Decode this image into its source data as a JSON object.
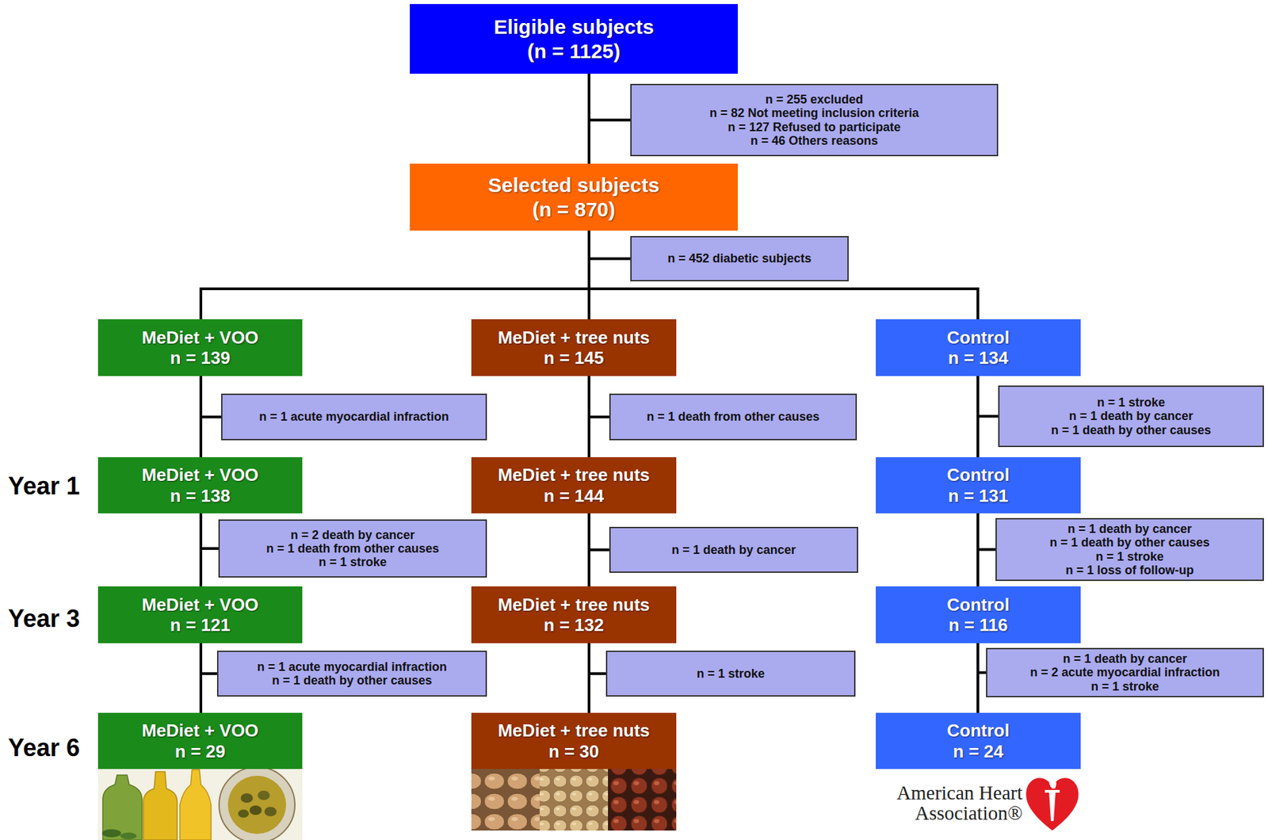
{
  "diagram": {
    "nodes": [
      {
        "text": [
          "Eligible subjects",
          "(n = 1125)"
        ]
      },
      {
        "text": [
          "n = 255 excluded",
          "n = 82 Not meeting inclusion criteria",
          "n = 127 Refused to participate",
          "n = 46 Others reasons"
        ]
      },
      {
        "text": [
          "Selected subjects",
          "(n = 870)"
        ]
      },
      {
        "text": [
          "n = 452 diabetic subjects"
        ]
      },
      {
        "text": [
          "MeDiet + VOO",
          "n = 139"
        ]
      },
      {
        "text": [
          "MeDiet + tree nuts",
          "n = 145"
        ]
      },
      {
        "text": [
          "Control",
          "n = 134"
        ]
      },
      {
        "text": [
          "n = 1 acute myocardial infraction"
        ]
      },
      {
        "text": [
          "n = 1 death from other causes"
        ]
      },
      {
        "text": [
          "n = 1 stroke",
          "n = 1 death by cancer",
          "n = 1 death by other causes"
        ]
      },
      {
        "text": [
          "MeDiet + VOO",
          "n = 138"
        ]
      },
      {
        "text": [
          "MeDiet + tree nuts",
          "n = 144"
        ]
      },
      {
        "text": [
          "Control",
          "n = 131"
        ]
      },
      {
        "text": [
          "n = 2 death by cancer",
          "n = 1 death from other causes",
          "n = 1 stroke"
        ]
      },
      {
        "text": [
          "n = 1 death by cancer"
        ]
      },
      {
        "text": [
          "n = 1 death by cancer",
          "n = 1 death by other causes",
          "n = 1 stroke",
          "n = 1 loss of follow-up"
        ]
      },
      {
        "text": [
          "MeDiet + VOO",
          "n = 121"
        ]
      },
      {
        "text": [
          "MeDiet + tree nuts",
          "n = 132"
        ]
      },
      {
        "text": [
          "Control",
          "n = 116"
        ]
      },
      {
        "text": [
          "n = 1 acute myocardial infraction",
          "n = 1 death by other causes"
        ]
      },
      {
        "text": [
          "n = 1 stroke"
        ]
      },
      {
        "text": [
          "n = 1 death by cancer",
          "n = 2 acute myocardial infraction",
          "n = 1 stroke"
        ]
      },
      {
        "text": [
          "MeDiet + VOO",
          "n = 29"
        ]
      },
      {
        "text": [
          "MeDiet + tree nuts",
          "n = 30"
        ]
      },
      {
        "text": [
          "Control",
          "n = 24"
        ]
      }
    ],
    "edges": [
      {
        "from": 0,
        "to": 1,
        "arrow": "none"
      },
      {
        "from": 0,
        "to": 2,
        "arrow": "none"
      },
      {
        "from": 2,
        "to": 3,
        "arrow": "none"
      },
      {
        "from": 2,
        "to": 4,
        "arrow": "none"
      },
      {
        "from": 2,
        "to": 5,
        "arrow": "none"
      },
      {
        "from": 2,
        "to": 6,
        "arrow": "none"
      },
      {
        "from": 4,
        "to": 7,
        "arrow": "none"
      },
      {
        "from": 4,
        "to": 10,
        "arrow": "none"
      },
      {
        "from": 5,
        "to": 8,
        "arrow": "none"
      },
      {
        "from": 5,
        "to": 11,
        "arrow": "none"
      },
      {
        "from": 6,
        "to": 9,
        "arrow": "none"
      },
      {
        "from": 6,
        "to": 12,
        "arrow": "none"
      },
      {
        "from": 10,
        "to": 13,
        "arrow": "none"
      },
      {
        "from": 10,
        "to": 16,
        "arrow": "none"
      },
      {
        "from": 11,
        "to": 14,
        "arrow": "none"
      },
      {
        "from": 11,
        "to": 17,
        "arrow": "none"
      },
      {
        "from": 12,
        "to": 15,
        "arrow": "none"
      },
      {
        "from": 12,
        "to": 18,
        "arrow": "none"
      },
      {
        "from": 16,
        "to": 19,
        "arrow": "none"
      },
      {
        "from": 16,
        "to": 22,
        "arrow": "none"
      },
      {
        "from": 17,
        "to": 20,
        "arrow": "none"
      },
      {
        "from": 17,
        "to": 23,
        "arrow": "none"
      },
      {
        "from": 18,
        "to": 21,
        "arrow": "none"
      },
      {
        "from": 18,
        "to": 24,
        "arrow": "none"
      }
    ],
    "labels": [
      "Year 1",
      "Year 3",
      "Year 6",
      "American Heart Association®"
    ]
  }
}
